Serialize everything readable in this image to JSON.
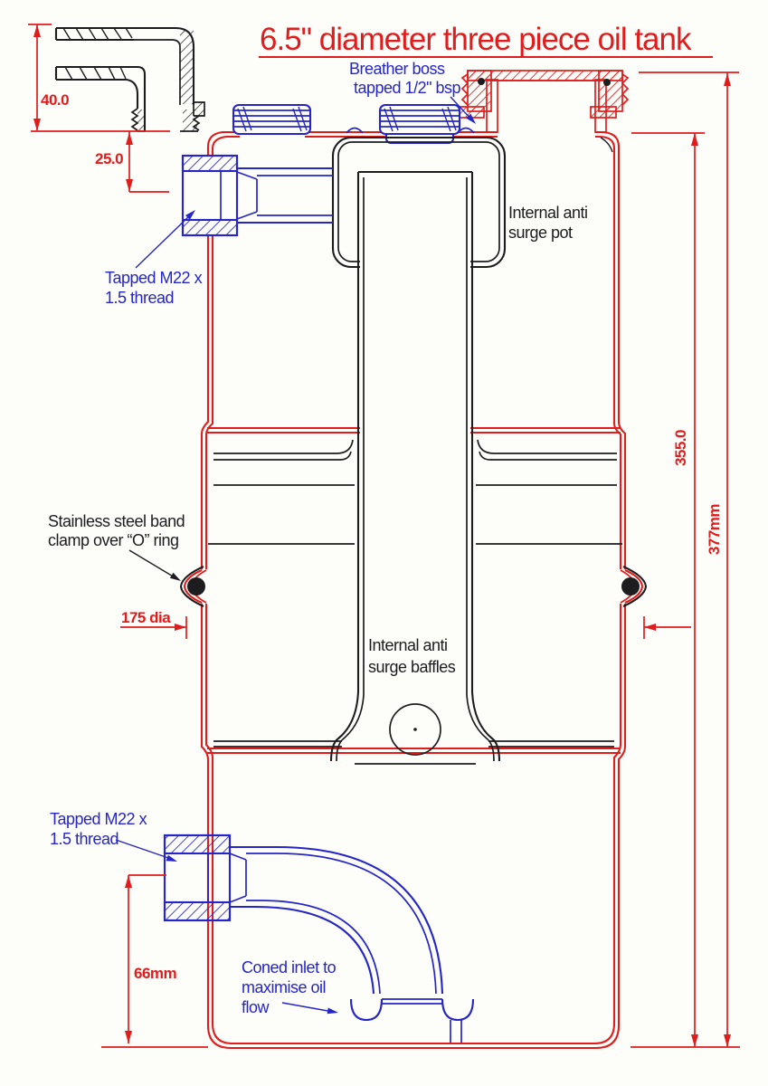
{
  "title": "6.5\" diameter three piece oil tank",
  "colors": {
    "red": "#e01c1c",
    "blue": "#2525c8",
    "black": "#1d1d1f",
    "paper": "#fdfdfa"
  },
  "annotations": {
    "breather": {
      "line1": "Breather boss",
      "line2": "tapped 1/2\" bsp"
    },
    "surge_pot": {
      "line1": "Internal anti",
      "line2": "surge pot"
    },
    "tapped_top": {
      "line1": "Tapped M22 x",
      "line2": "1.5 thread"
    },
    "band_clamp": {
      "line1": "Stainless steel band",
      "line2": "clamp over “O” ring"
    },
    "surge_baffles": {
      "line1": "Internal anti",
      "line2": "surge baffles"
    },
    "tapped_bottom": {
      "line1": "Tapped M22 x",
      "line2": "1.5 thread"
    },
    "coned_inlet": {
      "line1": "Coned inlet to",
      "line2": "maximise oil",
      "line3": "flow"
    }
  },
  "dimensions": {
    "elbow_height": "40.0",
    "elbow_offset": "25.0",
    "diameter": "175 dia",
    "body_height": "355.0",
    "overall_height": "377mm",
    "outlet_height": "66mm"
  }
}
